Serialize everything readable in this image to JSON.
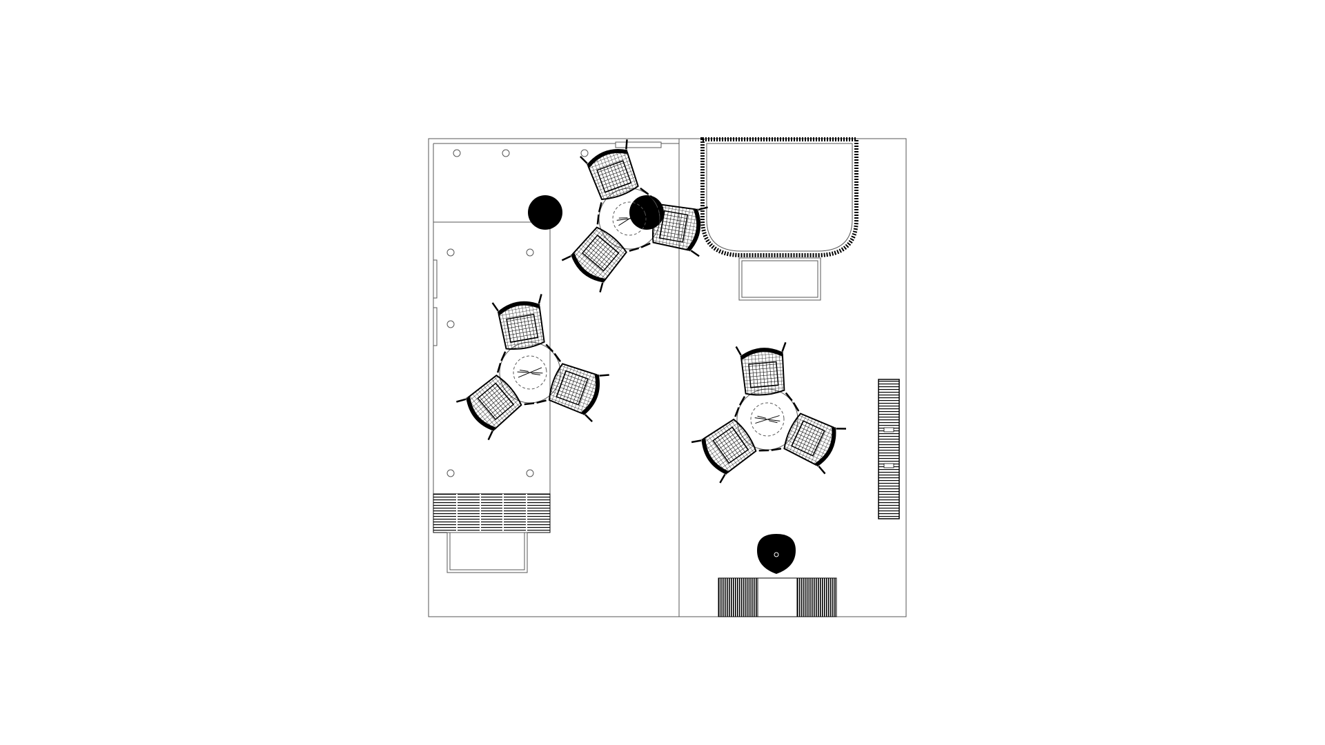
{
  "drawing": {
    "kind": "floor plan",
    "colors": {
      "background": "#ffffff",
      "line": "#000000",
      "thin_line": "#555555"
    },
    "tables": [
      {
        "name": "table-top-center",
        "chairs": 3
      },
      {
        "name": "table-left",
        "chairs": 3
      },
      {
        "name": "table-right",
        "chairs": 3
      }
    ],
    "round_stools": 2,
    "lounge_chair": 1,
    "text_labels": []
  }
}
